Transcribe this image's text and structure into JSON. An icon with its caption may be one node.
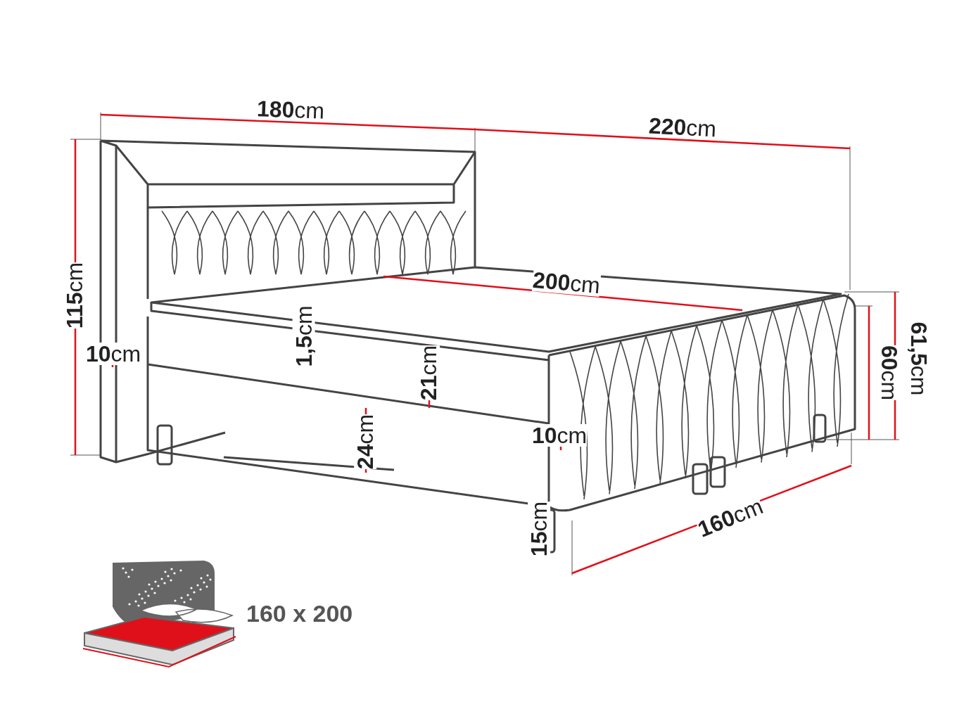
{
  "diagram": {
    "labels": [
      "**180**cm",
      "**220**cm",
      "**115**cm",
      "**10**cm",
      "**1,5**cm",
      "**200**cm",
      "**21**cm",
      "**61,5**cm",
      "**60**cm",
      "**10**cm",
      "**24**cm",
      "**15**cm",
      "**160**cm",
      "160 x 200"
    ]
  }
}
